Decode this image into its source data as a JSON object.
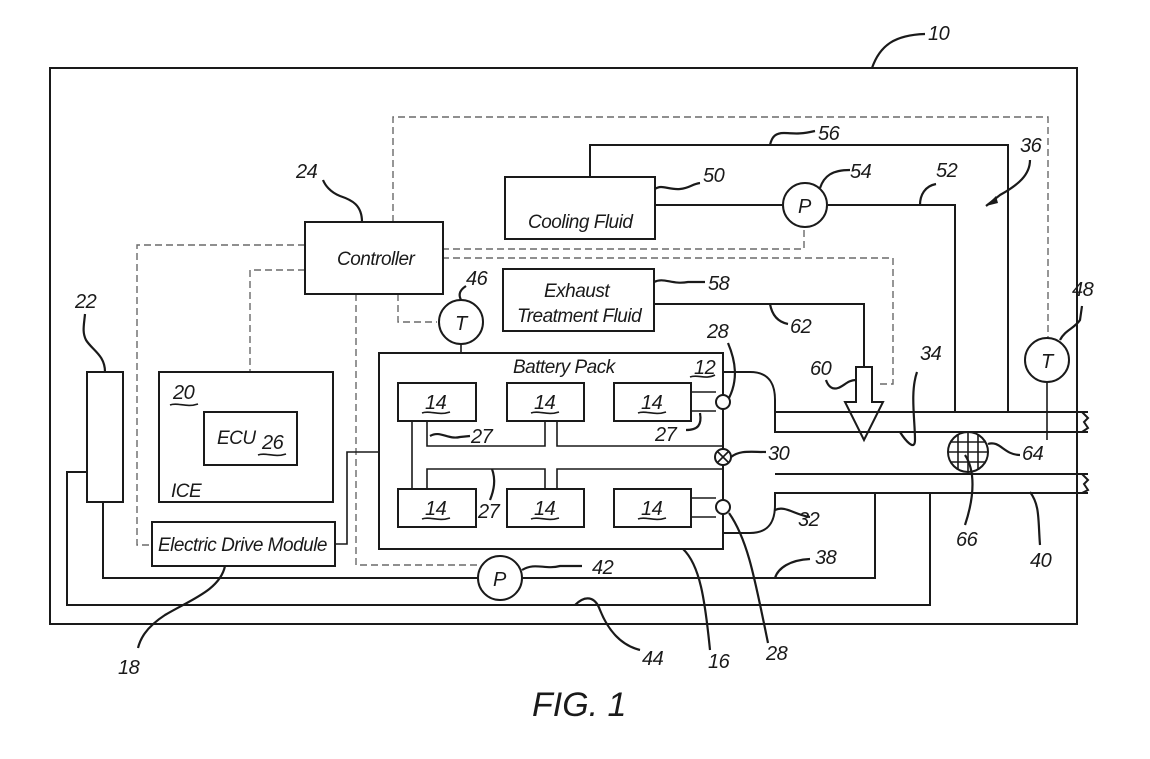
{
  "figure": {
    "caption": "FIG. 1",
    "colors": {
      "line": "#1a1a1a",
      "dashed": "#6a6a6a",
      "background": "#ffffff"
    }
  },
  "components": {
    "controller": "Controller",
    "cooling_fluid": "Cooling Fluid",
    "exhaust_line1": "Exhaust",
    "exhaust_line2": "Treatment Fluid",
    "battery_pack": "Battery Pack",
    "ecu": "ECU",
    "ice": "ICE",
    "electric_drive_module": "Electric Drive Module",
    "pump_symbol": "P",
    "temp_symbol": "T"
  },
  "refs": {
    "r10": "10",
    "r12": "12",
    "r14": "14",
    "r16": "16",
    "r18": "18",
    "r20": "20",
    "r22": "22",
    "r24": "24",
    "r26": "26",
    "r27": "27",
    "r28": "28",
    "r30": "30",
    "r32": "32",
    "r34": "34",
    "r36": "36",
    "r38": "38",
    "r40": "40",
    "r42": "42",
    "r44": "44",
    "r46": "46",
    "r48": "48",
    "r50": "50",
    "r52": "52",
    "r54": "54",
    "r56": "56",
    "r58": "58",
    "r60": "60",
    "r62": "62",
    "r64": "64",
    "r66": "66"
  }
}
